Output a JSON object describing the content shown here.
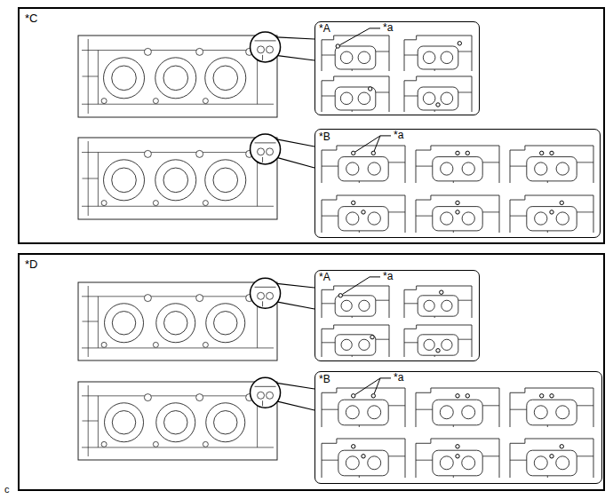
{
  "diagram": {
    "nodes": [
      {
        "text": [
          "*C"
        ]
      },
      {
        "text": [
          "*A",
          "*a"
        ],
        "in": 0
      },
      {
        "text": [
          "*B",
          "*a"
        ],
        "in": 0
      },
      {
        "text": [
          "*D"
        ]
      },
      {
        "text": [
          "*A",
          "*a"
        ],
        "in": 3
      },
      {
        "text": [
          "*B",
          "*a"
        ],
        "in": 3
      }
    ],
    "labels": [
      "c"
    ]
  }
}
